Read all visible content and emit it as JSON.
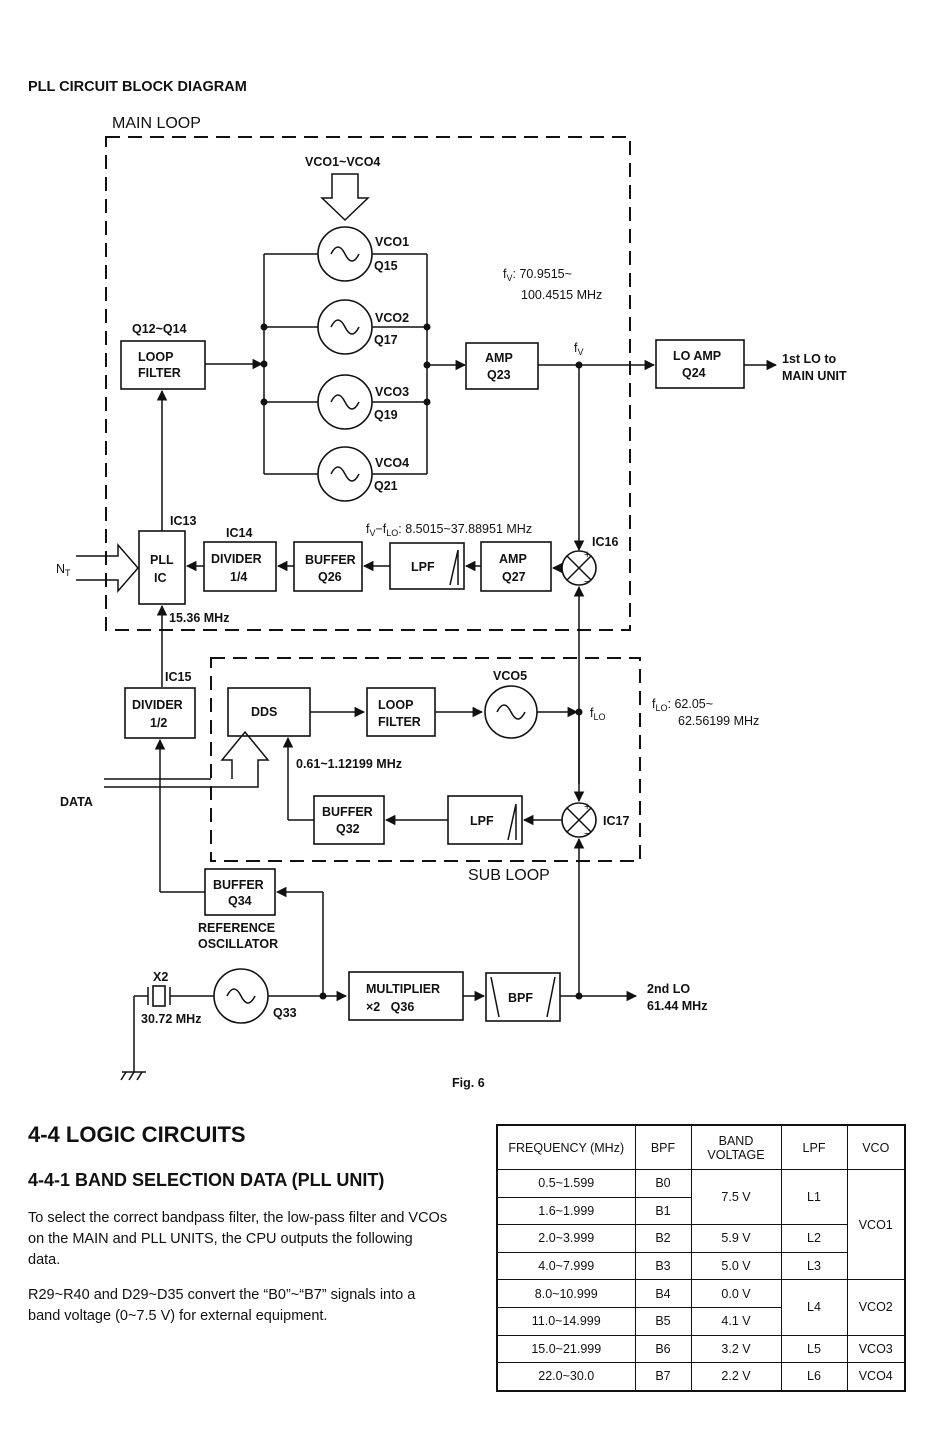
{
  "diagram": {
    "title": "PLL CIRCUIT BLOCK DIAGRAM",
    "main_loop_label": "MAIN LOOP",
    "sub_loop_label": "SUB LOOP",
    "vco_input_label": "VCO1~VCO4",
    "vcos": [
      {
        "name": "VCO1",
        "transistor": "Q15"
      },
      {
        "name": "VCO2",
        "transistor": "Q17"
      },
      {
        "name": "VCO3",
        "transistor": "Q19"
      },
      {
        "name": "VCO4",
        "transistor": "Q21"
      }
    ],
    "fv_range_line1": "f",
    "fv_range_sub": "V",
    "fv_range_val1": ": 70.9515~",
    "fv_range_line2": "100.4515 MHz",
    "loop_filter_ref": "Q12~Q14",
    "loop_filter_l1": "LOOP",
    "loop_filter_l2": "FILTER",
    "amp_q23_l1": "AMP",
    "amp_q23_l2": "Q23",
    "fv_node": "f",
    "fv_node_sub": "V",
    "lo_amp_l1": "LO AMP",
    "lo_amp_l2": "Q24",
    "lo_out_l1": "1st LO to",
    "lo_out_l2": "MAIN UNIT",
    "ic13": "IC13",
    "pll_l1": "PLL",
    "pll_l2": "IC",
    "ic14": "IC14",
    "div14_l1": "DIVIDER",
    "div14_l2": "1/4",
    "buf26_l1": "BUFFER",
    "buf26_l2": "Q26",
    "lpf": "LPF",
    "amp27_l1": "AMP",
    "amp27_l2": "Q27",
    "diff_freq_a": "f",
    "diff_freq_sub_v": "V",
    "diff_freq_b": "−f",
    "diff_freq_sub_lo": "LO",
    "diff_freq_val": ": 8.5015~37.88951 MHz",
    "ic16": "IC16",
    "nt": "N",
    "nt_sub": "T",
    "ref_freq": "15.36 MHz",
    "ic15": "IC15",
    "div12_l1": "DIVIDER",
    "div12_l2": "1/2",
    "dds": "DDS",
    "lf2_l1": "LOOP",
    "lf2_l2": "FILTER",
    "vco5": "VCO5",
    "flo_node": "f",
    "flo_node_sub": "LO",
    "flo_range_a": "f",
    "flo_range_sub": "LO",
    "flo_range_val1": ": 62.05~",
    "flo_range_line2": "62.56199 MHz",
    "dds_range": "0.61~1.12199 MHz",
    "data_label": "DATA",
    "buf32_l1": "BUFFER",
    "buf32_l2": "Q32",
    "ic17": "IC17",
    "buf34_l1": "BUFFER",
    "buf34_l2": "Q34",
    "ref_osc_l1": "REFERENCE",
    "ref_osc_l2": "OSCILLATOR",
    "x2": "X2",
    "xtal_freq": "30.72 MHz",
    "q33": "Q33",
    "mult_l1": "MULTIPLIER",
    "mult_l2": "×2   Q36",
    "bpf": "BPF",
    "lo2_l1": "2nd LO",
    "lo2_l2": "61.44 MHz",
    "plus": "+",
    "minus": "−",
    "fig": "Fig. 6"
  },
  "section": {
    "title": "4-4 LOGIC CIRCUITS",
    "subtitle": "4-4-1 BAND SELECTION DATA (PLL UNIT)",
    "para1": "To select the correct bandpass filter, the low-pass filter and VCOs on the MAIN and PLL UNITS, the CPU outputs the following data.",
    "para2": "R29~R40 and D29~D35 convert the “B0”~“B7” signals into a band voltage (0~7.5 V) for external equipment."
  },
  "table": {
    "headers": [
      "FREQUENCY (MHz)",
      "BPF",
      "BAND VOLTAGE",
      "LPF",
      "VCO"
    ],
    "rows": [
      {
        "freq": "0.5~1.599",
        "bpf": "B0"
      },
      {
        "freq": "1.6~1.999",
        "bpf": "B1"
      },
      {
        "freq": "2.0~3.999",
        "bpf": "B2"
      },
      {
        "freq": "4.0~7.999",
        "bpf": "B3"
      },
      {
        "freq": "8.0~10.999",
        "bpf": "B4"
      },
      {
        "freq": "11.0~14.999",
        "bpf": "B5"
      },
      {
        "freq": "15.0~21.999",
        "bpf": "B6"
      },
      {
        "freq": "22.0~30.0",
        "bpf": "B7"
      }
    ],
    "voltages": {
      "r01": "7.5 V",
      "r2": "5.9 V",
      "r3": "5.0 V",
      "r4": "0.0 V",
      "r5": "4.1 V",
      "r6": "3.2 V",
      "r7": "2.2 V"
    },
    "lpfs": {
      "r01": "L1",
      "r2": "L2",
      "r3": "L3",
      "r45": "L4",
      "r6": "L5",
      "r7": "L6"
    },
    "vcos": {
      "r0_3": "VCO1",
      "r45": "VCO2",
      "r6": "VCO3",
      "r7": "VCO4"
    }
  }
}
